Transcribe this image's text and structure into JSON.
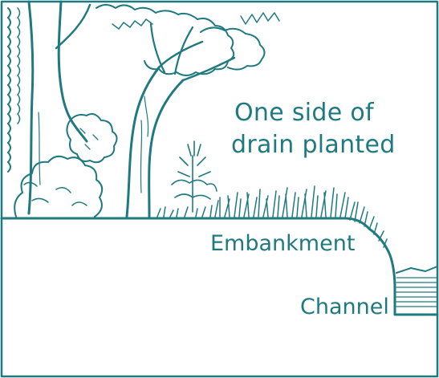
{
  "colors": {
    "ink": "#1f7a80",
    "background": "#ffffff"
  },
  "labels": {
    "planted_line1": "One side of",
    "planted_line2": "drain planted",
    "embankment": "Embankment",
    "channel": "Channel"
  },
  "icons": [
    "trees-illustration",
    "shrub-illustration",
    "grass-illustration",
    "water-illustration"
  ]
}
